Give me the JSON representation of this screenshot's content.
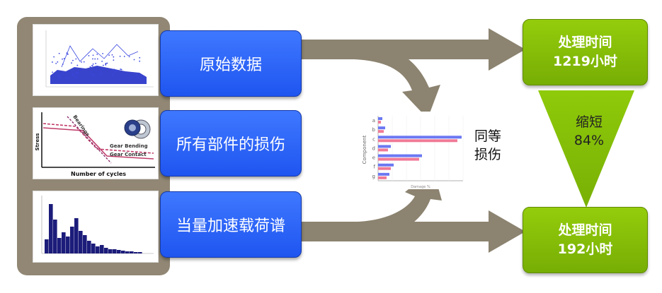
{
  "inputs": [
    {
      "label": "原始数据"
    },
    {
      "label": "所有部件的损伤"
    },
    {
      "label": "当量加速载荷谱"
    }
  ],
  "sn_chart": {
    "ylabel": "Stress",
    "xlabel": "Number of cycles",
    "curves": [
      "Bearings",
      "Gear Bending",
      "Gear Contact"
    ]
  },
  "damage_chart": {
    "ylabel": "Component",
    "xlabel": "Damage %",
    "categories": [
      "a",
      "b",
      "c",
      "d",
      "e",
      "f",
      "g"
    ]
  },
  "equal_damage": {
    "line1": "同等",
    "line2": "损伤"
  },
  "result_before": {
    "line1": "处理时间",
    "line2": "1219小时"
  },
  "result_after": {
    "line1": "处理时间",
    "line2": "192小时"
  },
  "reduction": {
    "line1": "缩短",
    "line2": "84%"
  },
  "colors": {
    "panel": "#918774",
    "arrow": "#8c8370",
    "blue_button": "#2b63f6",
    "green_box": "#86bf08"
  }
}
